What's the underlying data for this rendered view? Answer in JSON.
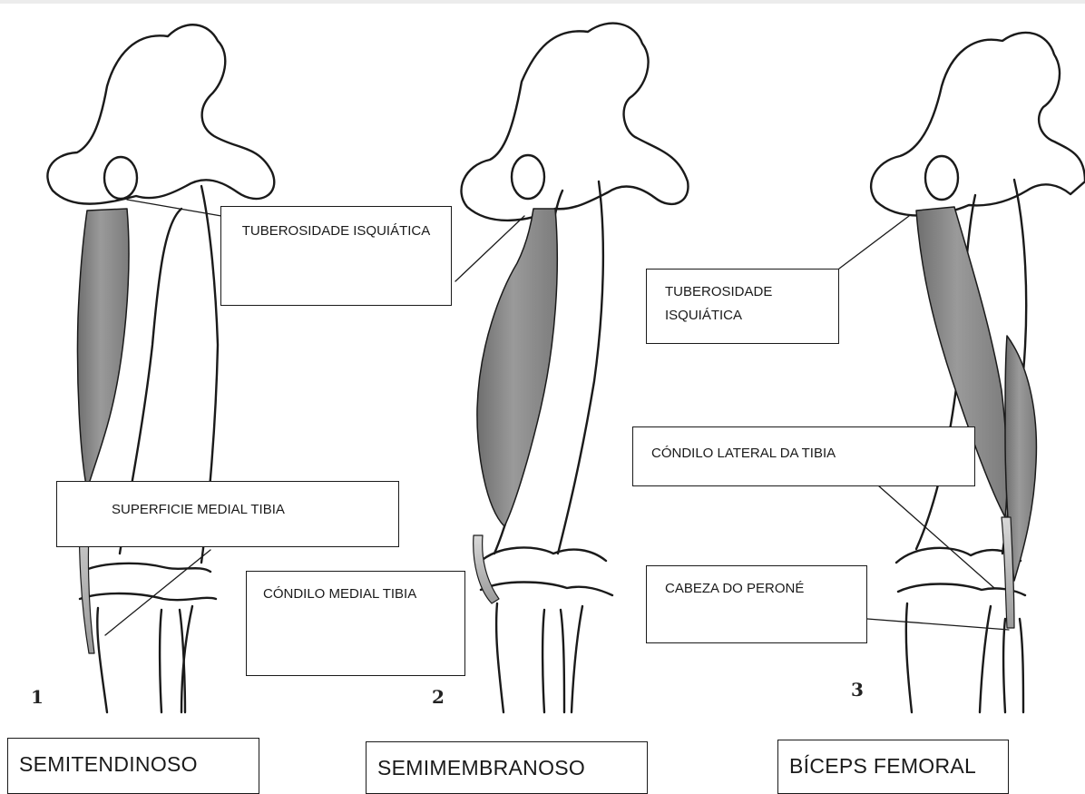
{
  "figures": [
    {
      "number": "1",
      "muscle": "SEMITENDINOSO",
      "labels": {
        "origin": "TUBEROSIDADE ISQUIÁTICA",
        "insertion_surface": "SUPERFICIE MEDIAL TIBIA",
        "insertion_condyle": "CÓNDILO MEDIAL TIBIA"
      }
    },
    {
      "number": "2",
      "muscle": "SEMIMEMBRANOSO"
    },
    {
      "number": "3",
      "muscle": "BÍCEPS FEMORAL",
      "labels": {
        "origin": "TUBEROSIDADE ISQUIÁTICA",
        "insertion_condyle": "CÓNDILO LATERAL DA TIBIA",
        "insertion_head": "CABEZA DO PERONÉ"
      }
    }
  ],
  "colors": {
    "ink": "#1a1a1a",
    "muscle": "#8e8e8e",
    "muscle_dark": "#6e6e6e"
  }
}
